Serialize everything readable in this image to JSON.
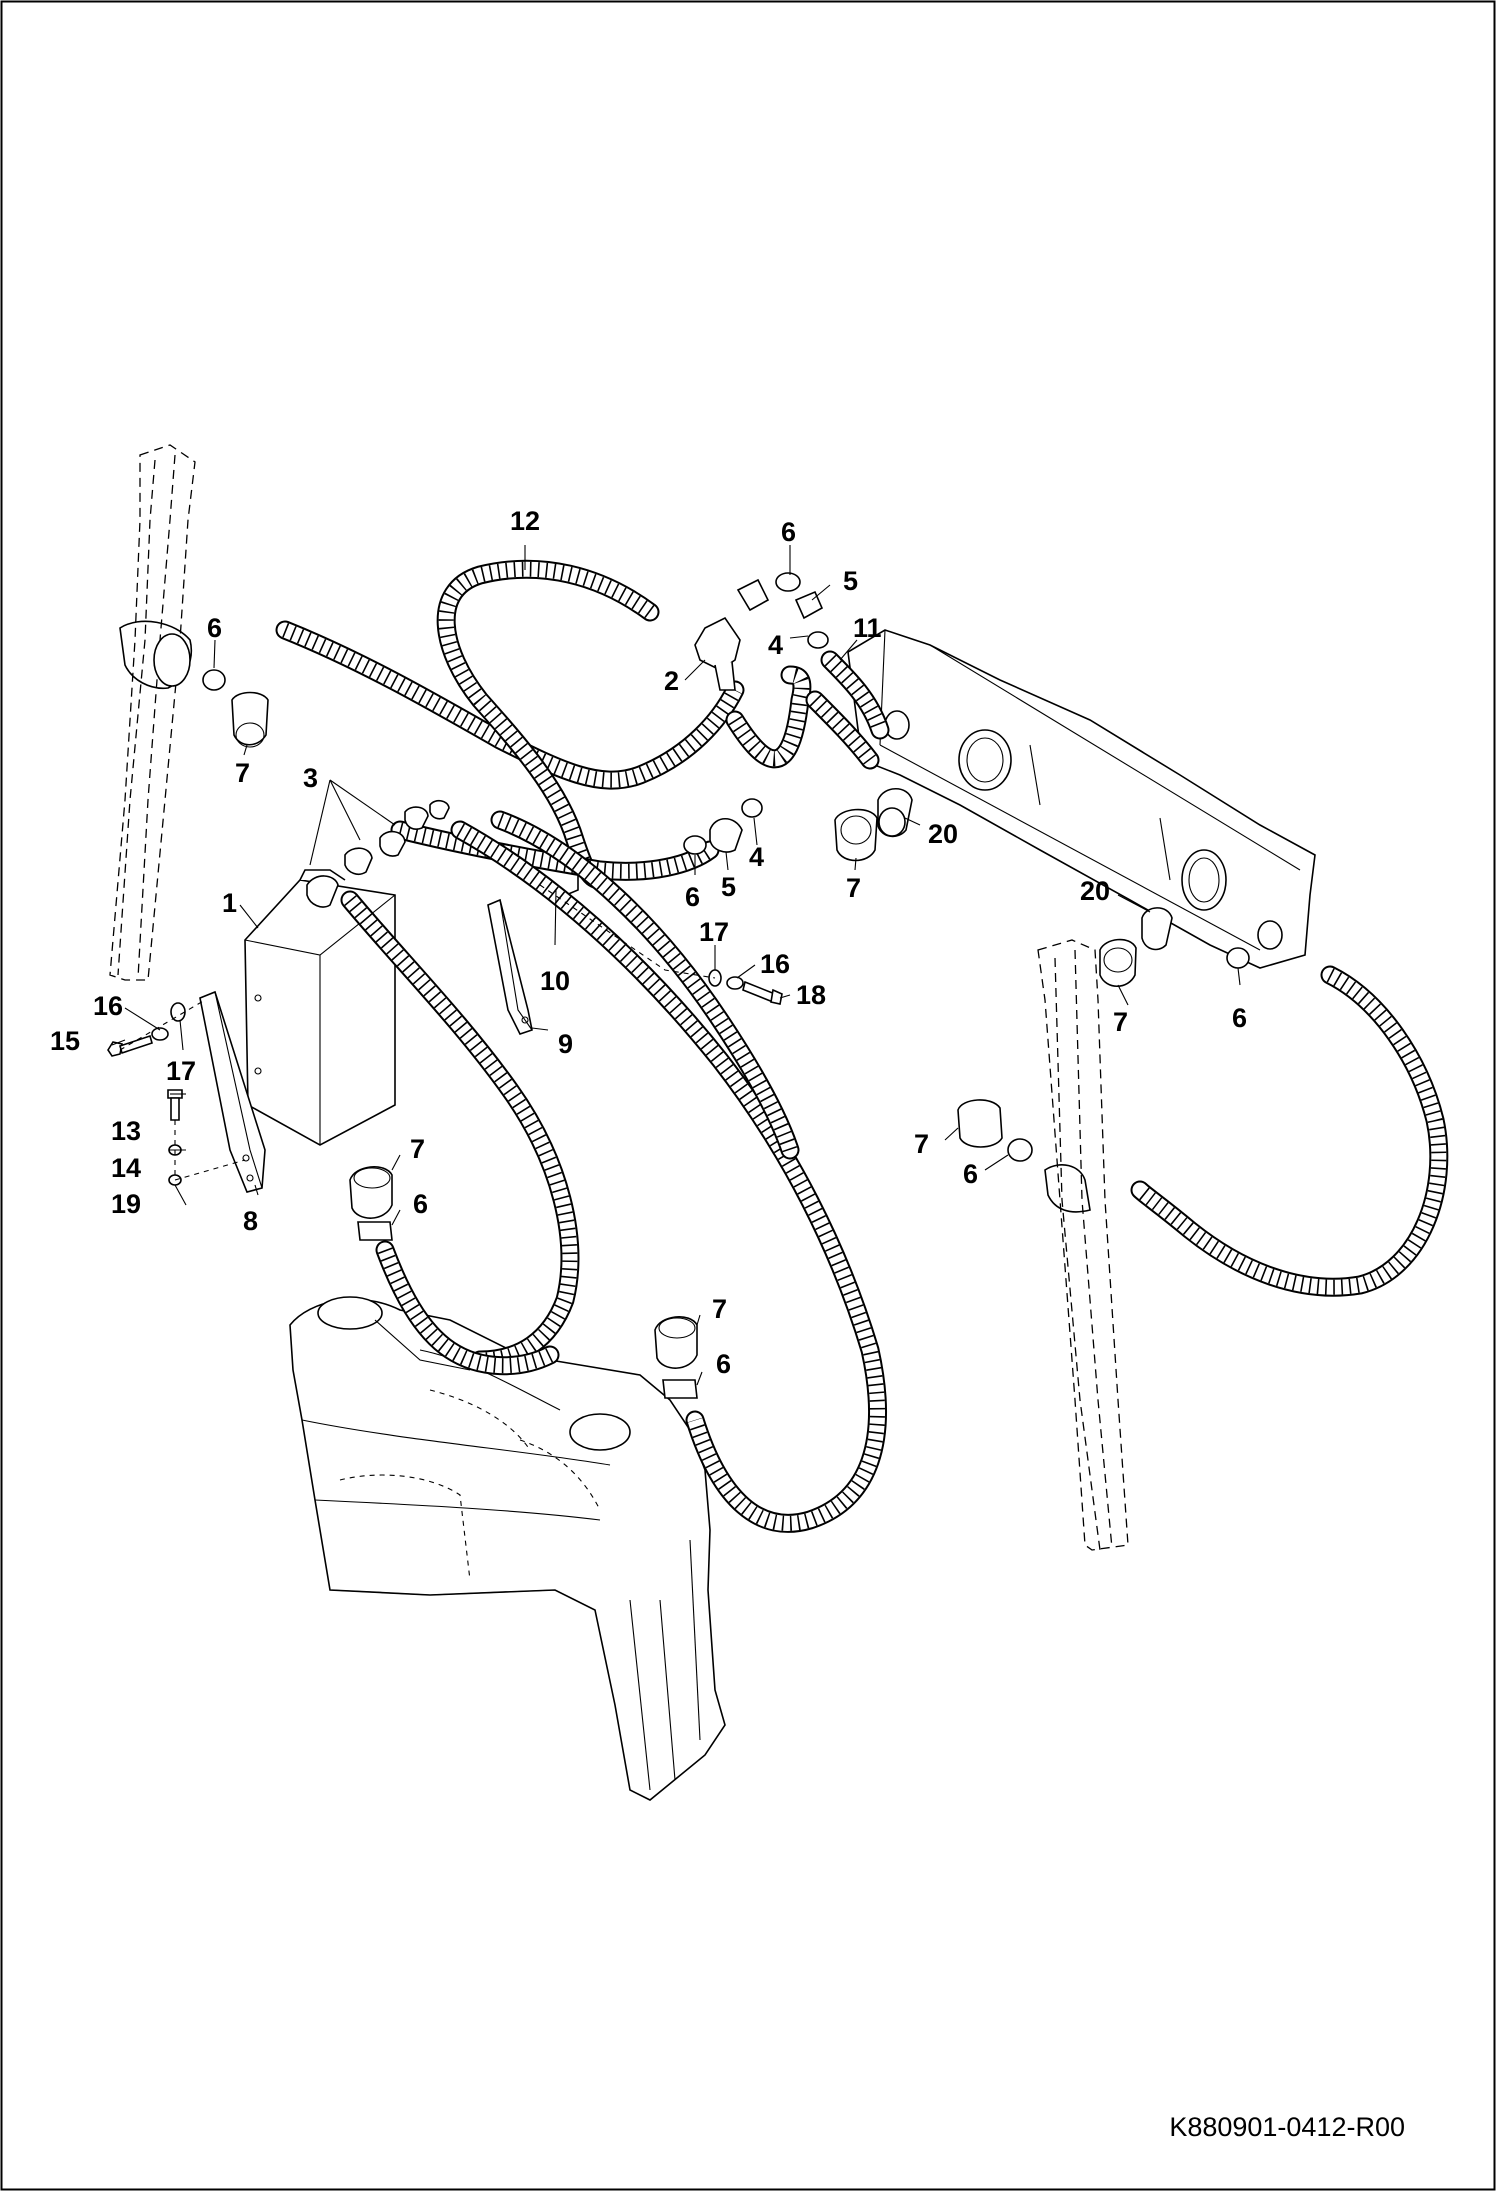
{
  "callouts": {
    "c1": "1",
    "c2": "2",
    "c3": "3",
    "c4a": "4",
    "c4b": "4",
    "c5a": "5",
    "c5b": "5",
    "c6a": "6",
    "c6b": "6",
    "c6c": "6",
    "c6d": "6",
    "c6e": "6",
    "c6f": "6",
    "c6g": "6",
    "c7a": "7",
    "c7b": "7",
    "c7c": "7",
    "c7d": "7",
    "c7e": "7",
    "c7f": "7",
    "c8": "8",
    "c9": "9",
    "c10": "10",
    "c11": "11",
    "c12": "12",
    "c13": "13",
    "c14": "14",
    "c15": "15",
    "c16a": "16",
    "c16b": "16",
    "c17a": "17",
    "c17b": "17",
    "c18": "18",
    "c19": "19",
    "c20a": "20",
    "c20b": "20"
  },
  "document_id": "K880901-0412-R00",
  "colors": {
    "ink": "#000000",
    "paper": "#ffffff"
  }
}
